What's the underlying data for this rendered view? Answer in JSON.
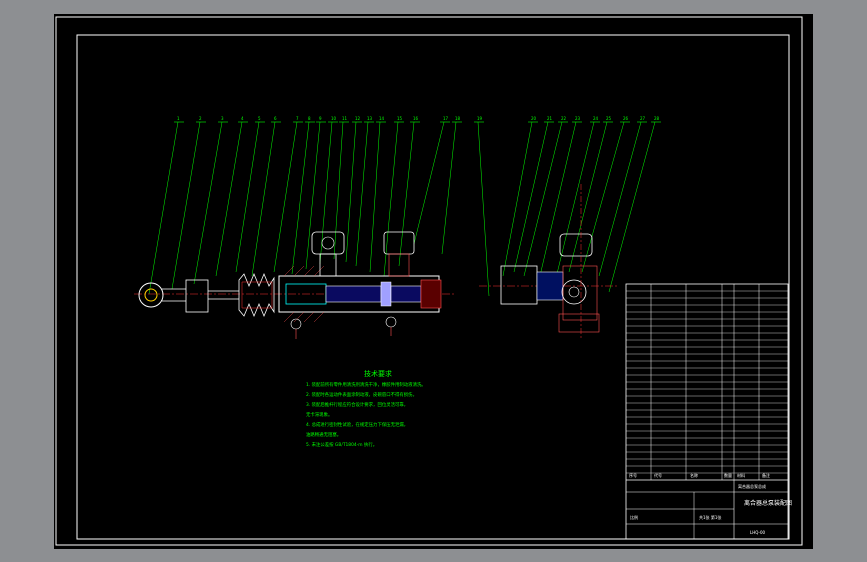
{
  "drawing": {
    "technical_requirements_title": "技术要求",
    "note_lines": [
      "1. 装配前所有零件用清洗剂清洗干净，橡胶件用制动液清洗。",
      "2. 装配时各运动件表面涂制动液，皮碗唇口不得有损伤。",
      "3. 装配后推杆行程应符合设计要求，回位灵活可靠，",
      "   无卡滞现象。",
      "4. 总成进行密封性试验，在规定压力下保压无泄漏，",
      "   油路畅通无阻塞。",
      "5. 未注公差按 GB/T1804-m 执行。"
    ],
    "balloon_labels": [
      "1",
      "2",
      "3",
      "4",
      "5",
      "6",
      "7",
      "8",
      "9",
      "10",
      "11",
      "12",
      "13",
      "14",
      "15",
      "16",
      "17",
      "18",
      "19",
      "20",
      "21",
      "22",
      "23",
      "24",
      "25",
      "26",
      "27",
      "28"
    ],
    "title_block": {
      "drawing_title": "离合器总泵总成",
      "row_title": "离合器总泵装配图",
      "scale_label": "比例",
      "sheet_label": "共1张 第1张",
      "drawing_number": "LHQ-00",
      "columns": [
        "序号",
        "代号",
        "名称",
        "数量",
        "材料",
        "备注"
      ]
    }
  }
}
